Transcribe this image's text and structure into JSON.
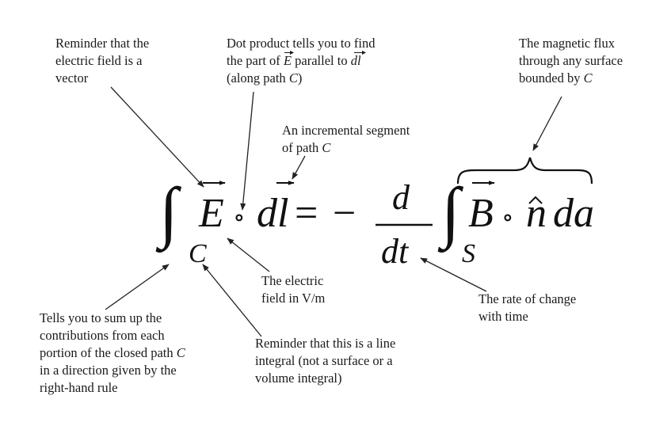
{
  "equation": {
    "integral_sign": "∫",
    "line_integral_ring": "",
    "line_subscript": "C",
    "E": "E",
    "dot_1": "∘",
    "dl": "dl",
    "equals": "=",
    "minus": "−",
    "d_num": "d",
    "dt_den": "dt",
    "surface_integral_sign": "∫",
    "surface_subscript": "S",
    "B": "B",
    "dot_2": "∘",
    "n_hat": "n",
    "da": "da"
  },
  "annotations": {
    "vector": {
      "lines": [
        "Reminder that the",
        "electric field is a",
        "vector"
      ]
    },
    "dot_product": {
      "lines": [
        [
          "Dot product tells you to find"
        ],
        [
          "the part of ",
          {
            "sym": "E"
          },
          " parallel to ",
          {
            "sym": "dl"
          }
        ],
        [
          "(along path ",
          {
            "it": "C"
          },
          ")"
        ]
      ]
    },
    "segment": {
      "lines": [
        [
          "An incremental segment"
        ],
        [
          "of path ",
          {
            "it": "C"
          }
        ]
      ]
    },
    "flux": {
      "lines": [
        [
          "The magnetic flux"
        ],
        [
          "through any surface"
        ],
        [
          "bounded by ",
          {
            "it": "C"
          }
        ]
      ]
    },
    "electric_field": {
      "lines": [
        "The electric",
        "field in V/m"
      ]
    },
    "rate": {
      "lines": [
        "The rate of change",
        "with time"
      ]
    },
    "sum": {
      "lines": [
        [
          "Tells you to sum up the"
        ],
        [
          "contributions from each"
        ],
        [
          "portion of the closed path ",
          {
            "it": "C"
          }
        ],
        [
          "in a direction given by the"
        ],
        [
          "right-hand rule"
        ]
      ]
    },
    "line_integral": {
      "lines": [
        "Reminder that this is a line",
        "integral (not a surface or a",
        "volume integral)"
      ]
    }
  },
  "colors": {
    "ink": "#1a1a1a",
    "arrow": "#222222"
  }
}
